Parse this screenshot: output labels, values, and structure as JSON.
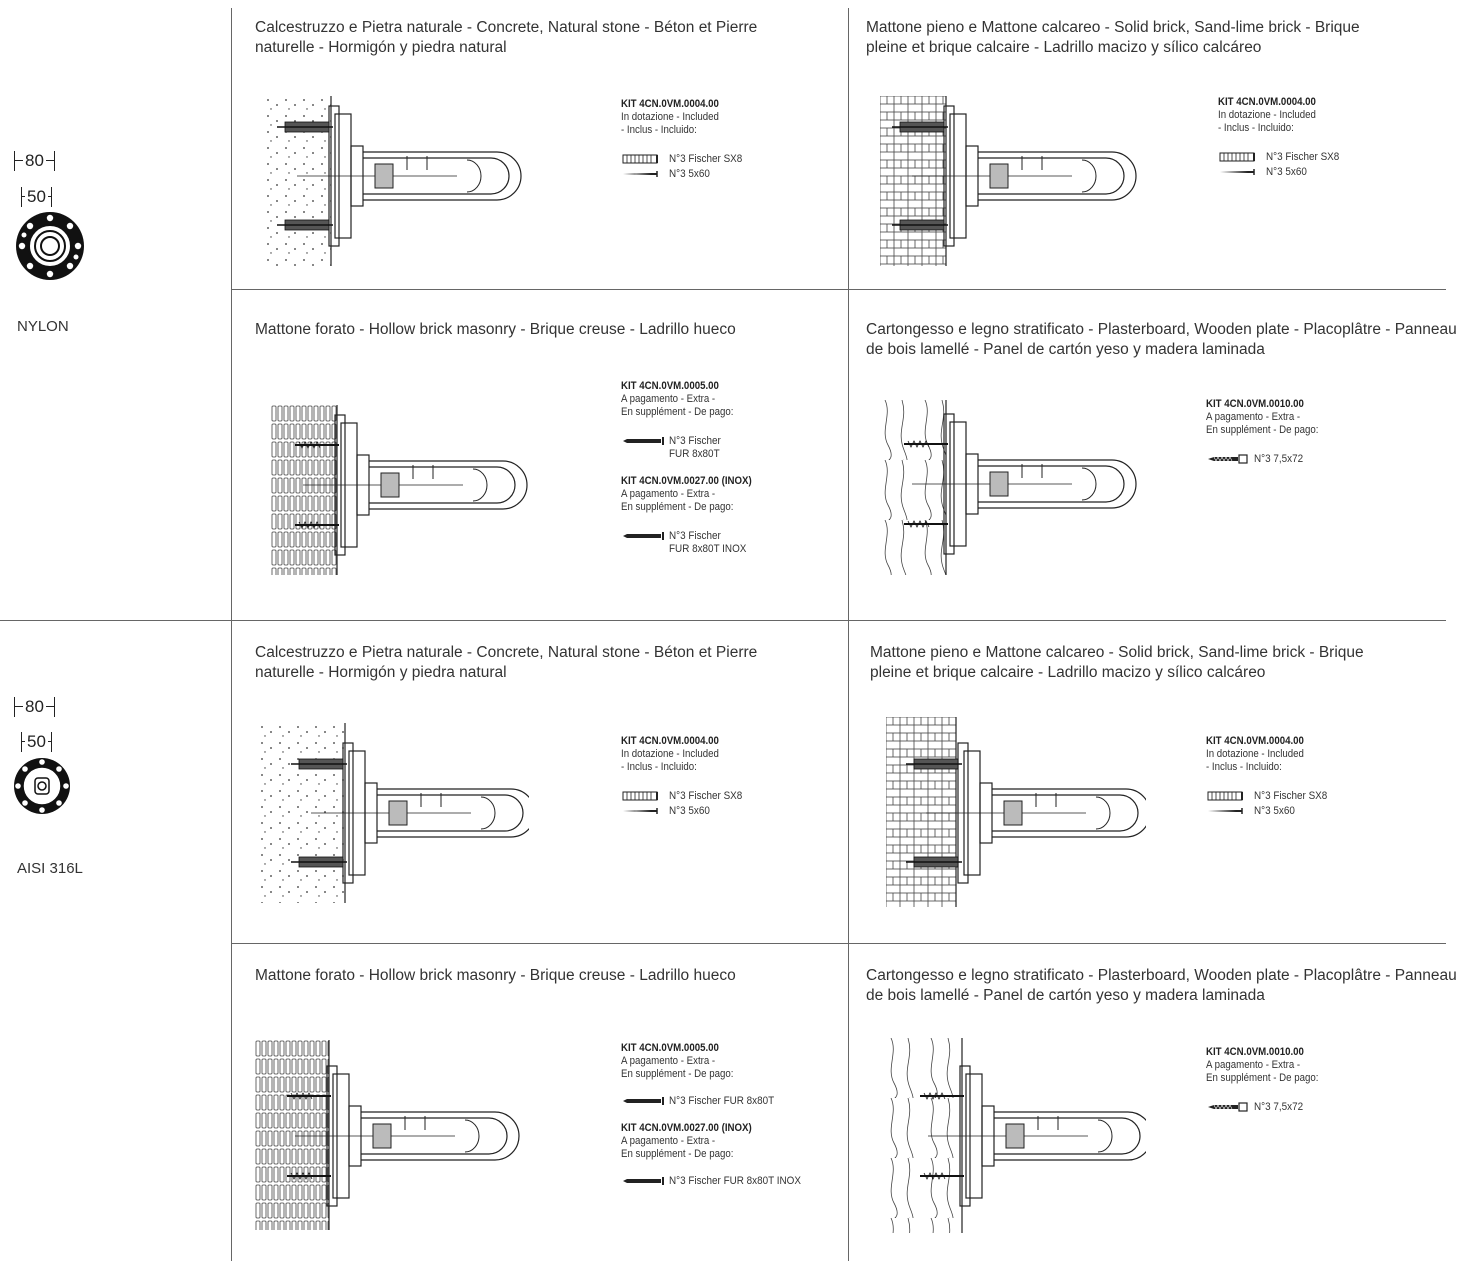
{
  "left": {
    "nylon": {
      "dim_outer": "80",
      "dim_inner": "50",
      "material": "NYLON"
    },
    "aisi": {
      "dim_outer": "80",
      "dim_inner": "50",
      "material": "AISI 316L"
    }
  },
  "cells": [
    {
      "title": "Calcestruzzo e Pietra naturale - Concrete, Natural stone - Béton et Pierre naturelle - Hormigón y piedra natural",
      "kits": [
        {
          "code": "KIT 4CN.0VM.0004.00",
          "note": [
            "In dotazione - Included",
            "- Inclus - Incluido:"
          ],
          "fixings": [
            {
              "icon": "anchor-plug-icon",
              "lines": [
                "N°3 Fischer SX8"
              ]
            },
            {
              "icon": "screw-icon",
              "lines": [
                "N°3 5x60"
              ]
            }
          ]
        }
      ]
    },
    {
      "title": "Mattone pieno e Mattone calcareo - Solid brick, Sand-lime brick - Brique pleine et brique calcaire - Ladrillo macizo y sílico calcáreo",
      "kits": [
        {
          "code": "KIT 4CN.0VM.0004.00",
          "note": [
            "In dotazione - Included",
            "- Inclus - Incluido:"
          ],
          "fixings": [
            {
              "icon": "anchor-plug-icon",
              "lines": [
                "N°3 Fischer SX8"
              ]
            },
            {
              "icon": "screw-icon",
              "lines": [
                "N°3 5x60"
              ]
            }
          ]
        }
      ]
    },
    {
      "title": "Mattone forato - Hollow brick masonry - Brique creuse - Ladrillo hueco",
      "kits": [
        {
          "code": "KIT 4CN.0VM.0005.00",
          "note": [
            "A pagamento - Extra -",
            "En supplément - De pago:"
          ],
          "fixings": [
            {
              "icon": "long-anchor-icon",
              "lines": [
                "N°3 Fischer",
                "FUR 8x80T"
              ]
            }
          ]
        },
        {
          "code": "KIT 4CN.0VM.0027.00 (INOX)",
          "note": [
            "A pagamento - Extra -",
            "En supplément - De pago:"
          ],
          "fixings": [
            {
              "icon": "long-anchor-icon",
              "lines": [
                "N°3 Fischer",
                "FUR 8x80T INOX"
              ]
            }
          ]
        }
      ]
    },
    {
      "title": "Cartongesso e legno stratificato - Plasterboard, Wooden plate - Placoplâtre - Panneau de bois lamellé - Panel de cartón yeso y madera laminada",
      "kits": [
        {
          "code": "KIT 4CN.0VM.0010.00",
          "note": [
            "A pagamento - Extra -",
            "En supplément - De pago:"
          ],
          "fixings": [
            {
              "icon": "wood-screw-icon",
              "lines": [
                "N°3  7,5x72"
              ]
            }
          ]
        }
      ]
    },
    {
      "title": "Calcestruzzo e Pietra naturale - Concrete, Natural stone - Béton et Pierre naturelle - Hormigón y piedra natural",
      "kits": [
        {
          "code": "KIT 4CN.0VM.0004.00",
          "note": [
            "In dotazione - Included",
            "- Inclus - Incluido:"
          ],
          "fixings": [
            {
              "icon": "anchor-plug-icon",
              "lines": [
                "N°3 Fischer SX8"
              ]
            },
            {
              "icon": "screw-icon",
              "lines": [
                "N°3 5x60"
              ]
            }
          ]
        }
      ]
    },
    {
      "title": "Mattone pieno e Mattone calcareo - Solid brick, Sand-lime brick - Brique pleine et brique calcaire - Ladrillo macizo y sílico calcáreo",
      "kits": [
        {
          "code": "KIT 4CN.0VM.0004.00",
          "note": [
            "In dotazione - Included",
            "- Inclus - Incluido:"
          ],
          "fixings": [
            {
              "icon": "anchor-plug-icon",
              "lines": [
                "N°3 Fischer SX8"
              ]
            },
            {
              "icon": "screw-icon",
              "lines": [
                "N°3 5x60"
              ]
            }
          ]
        }
      ]
    },
    {
      "title": "Mattone forato - Hollow brick masonry - Brique creuse - Ladrillo hueco",
      "kits": [
        {
          "code": "KIT 4CN.0VM.0005.00",
          "note": [
            "A pagamento - Extra -",
            "En supplément - De pago:"
          ],
          "fixings": [
            {
              "icon": "long-anchor-icon",
              "lines": [
                "N°3 Fischer FUR 8x80T"
              ]
            }
          ]
        },
        {
          "code": "KIT 4CN.0VM.0027.00 (INOX)",
          "note": [
            "A pagamento - Extra -",
            "En supplément - De pago:"
          ],
          "fixings": [
            {
              "icon": "long-anchor-icon",
              "lines": [
                "N°3 Fischer FUR 8x80T INOX"
              ]
            }
          ]
        }
      ]
    },
    {
      "title": "Cartongesso e legno stratificato - Plasterboard, Wooden plate - Placoplâtre - Panneau de bois lamellé - Panel de cartón yeso y madera laminada",
      "kits": [
        {
          "code": "KIT 4CN.0VM.0010.00",
          "note": [
            "A pagamento - Extra -",
            "En supplément - De pago:"
          ],
          "fixings": [
            {
              "icon": "wood-screw-icon",
              "lines": [
                "N°3  7,5x72"
              ]
            }
          ]
        }
      ]
    }
  ]
}
